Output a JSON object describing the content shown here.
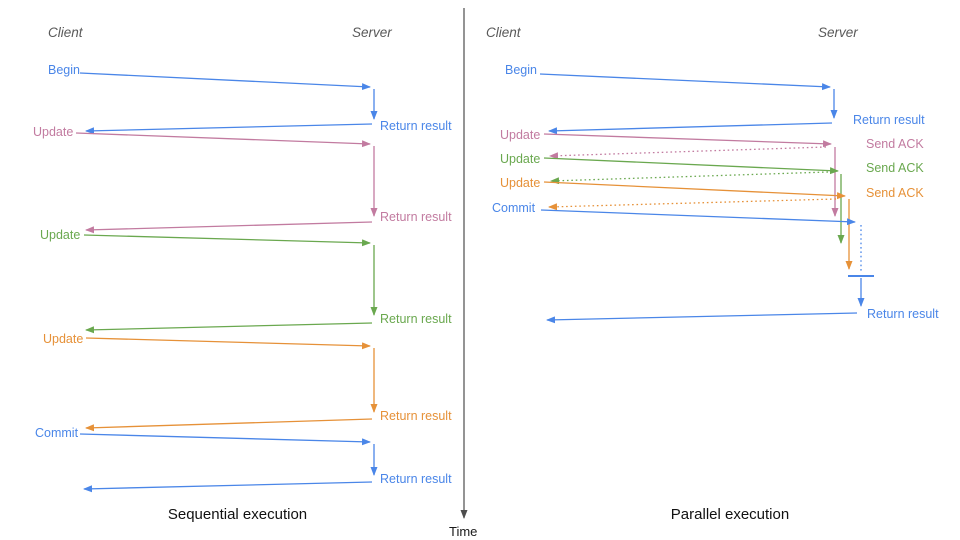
{
  "palette": {
    "blue": "#4a86e8",
    "pink": "#c27ba0",
    "green": "#6aa84f",
    "orange": "#e69138",
    "axis": "#4d4d4d",
    "header_gray": "#595959"
  },
  "time_axis": {
    "label": "Time"
  },
  "left_panel": {
    "client_header": "Client",
    "server_header": "Server",
    "caption": "Sequential execution",
    "messages": [
      {
        "label": "Begin",
        "color": "blue",
        "return_label": "Return result"
      },
      {
        "label": "Update",
        "color": "pink",
        "return_label": "Return result"
      },
      {
        "label": "Update",
        "color": "green",
        "return_label": "Return result"
      },
      {
        "label": "Update",
        "color": "orange",
        "return_label": "Return result"
      },
      {
        "label": "Commit",
        "color": "blue",
        "return_label": "Return result"
      }
    ]
  },
  "right_panel": {
    "client_header": "Client",
    "server_header": "Server",
    "caption": "Parallel execution",
    "messages": [
      {
        "label": "Begin",
        "color": "blue",
        "return_label": "Return result"
      },
      {
        "label": "Update",
        "color": "pink",
        "ack_label": "Send ACK"
      },
      {
        "label": "Update",
        "color": "green",
        "ack_label": "Send ACK"
      },
      {
        "label": "Update",
        "color": "orange",
        "ack_label": "Send ACK"
      },
      {
        "label": "Commit",
        "color": "blue",
        "return_label": "Return result"
      }
    ]
  }
}
